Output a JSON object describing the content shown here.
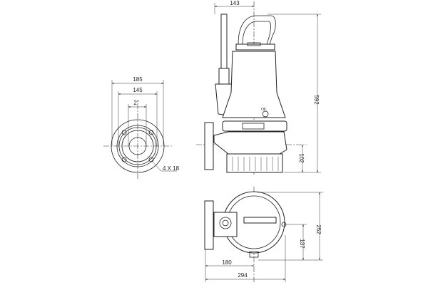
{
  "title": "Pump dimensional drawing",
  "flange_view": {
    "dim_outer": "185",
    "dim_bolt_circle": "145",
    "dim_bore": "2\"",
    "hole_note": "4 X 18"
  },
  "side_view": {
    "dim_offset": "143",
    "dim_height": "592",
    "dim_outlet_height": "102",
    "oil_mark": "OIL"
  },
  "top_view": {
    "dim_depth": "252",
    "dim_outlet_offset": "137",
    "dim_outlet_center": "180",
    "dim_length": "294"
  }
}
